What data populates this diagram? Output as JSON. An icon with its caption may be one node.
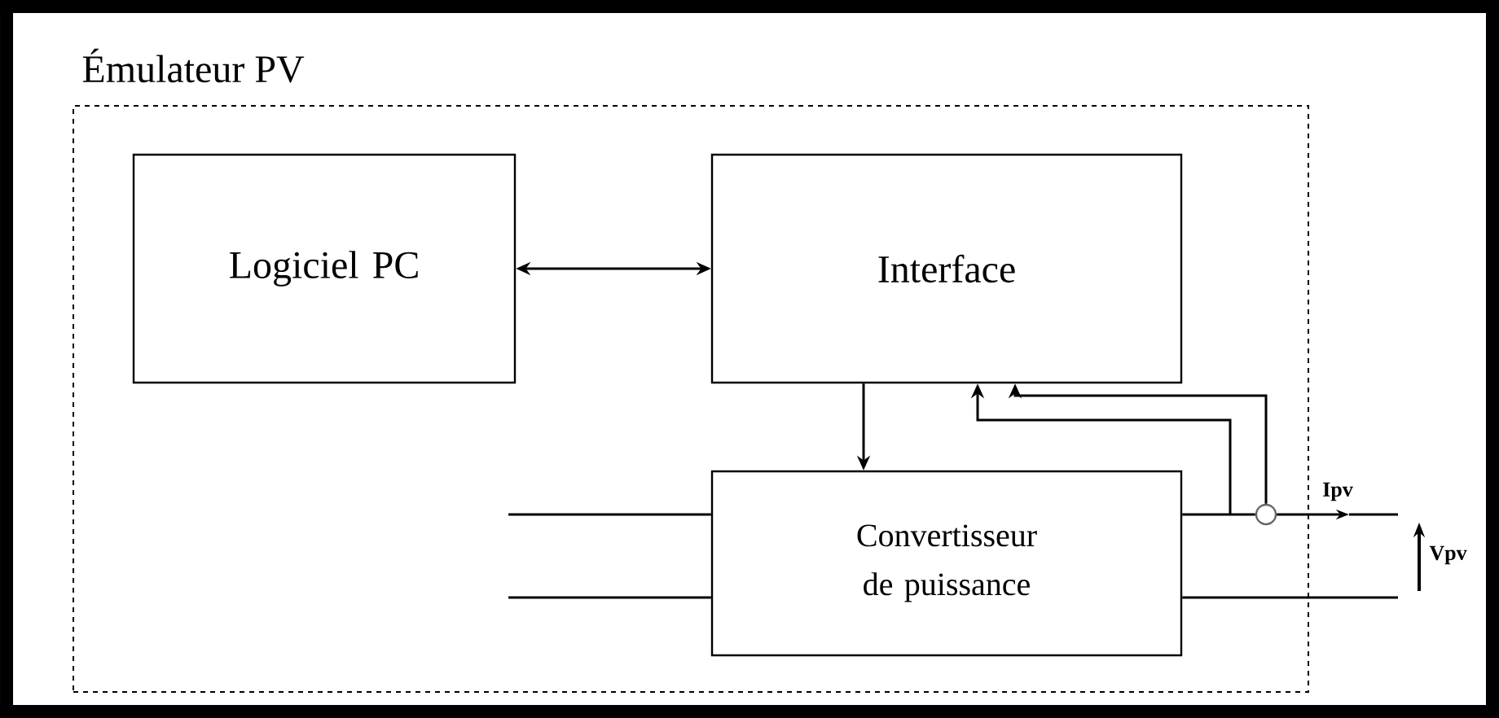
{
  "diagram": {
    "nodes": [
      {
        "text": [
          "Émulateur PV"
        ]
      },
      {
        "text": [
          "Logiciel PC"
        ],
        "in": 0
      },
      {
        "text": [
          "Interface"
        ],
        "in": 0
      },
      {
        "text": [
          "Convertisseur de puissance"
        ],
        "in": 0
      },
      {
        "text": [],
        "shape": "circle",
        "in": 0
      }
    ],
    "edges": [
      {
        "from": 1,
        "to": 2,
        "arrow": "both"
      },
      {
        "from": 2,
        "to": 3,
        "arrow": "to"
      },
      {
        "from": null,
        "to": 2,
        "arrow": "to"
      },
      {
        "from": 4,
        "to": 2,
        "arrow": "to"
      },
      {
        "from": 3,
        "to": 4,
        "arrow": "none"
      },
      {
        "from": 4,
        "to": null,
        "arrow": "to",
        "label": "Ipv"
      },
      {
        "from": 3,
        "to": null,
        "arrow": "none"
      },
      {
        "from": null,
        "to": 3,
        "arrow": "none"
      },
      {
        "from": null,
        "to": 3,
        "arrow": "none"
      }
    ],
    "labels": [
      "Vpv"
    ]
  }
}
